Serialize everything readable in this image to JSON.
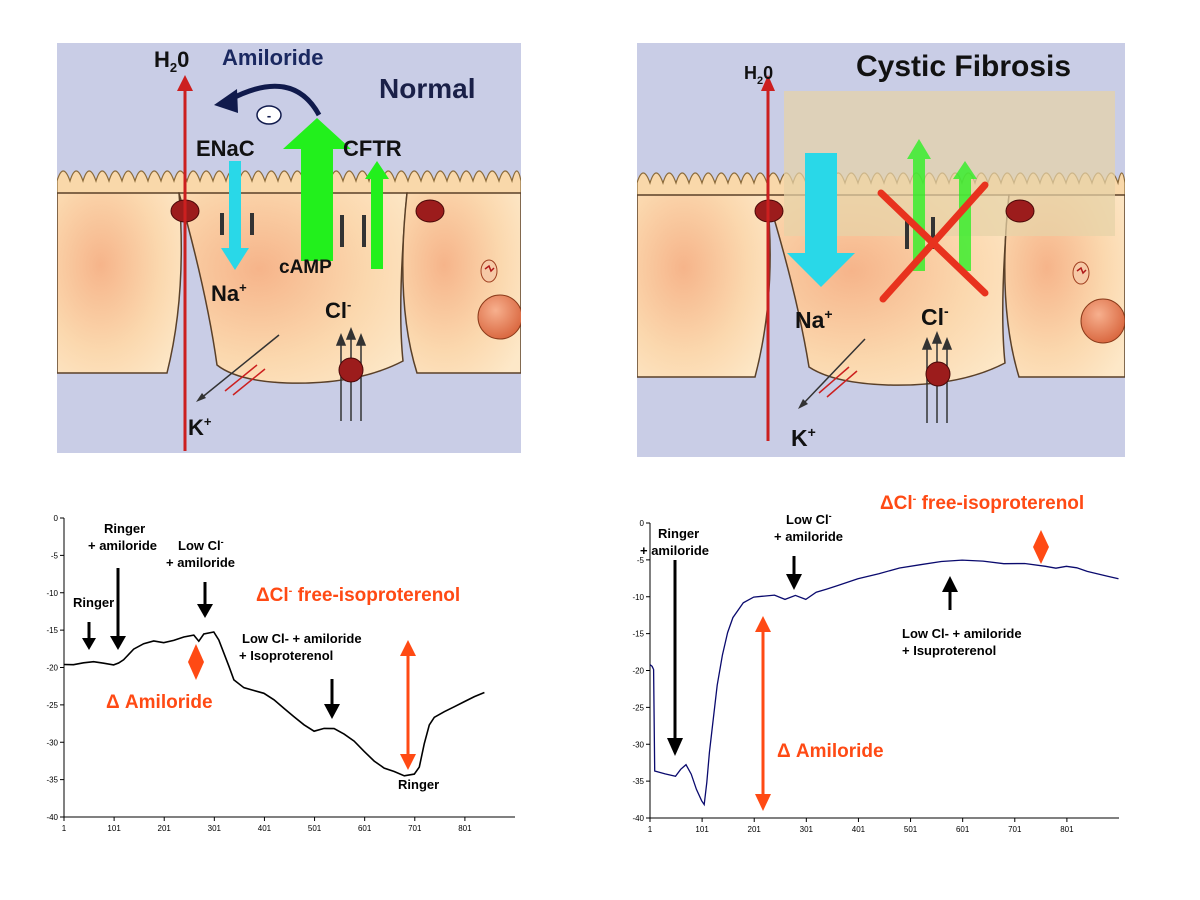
{
  "normal_panel": {
    "title": "Normal",
    "water": {
      "main": "H",
      "sub": "2",
      "tail": "0"
    },
    "amiloride": "Amiloride",
    "inhibit_sign": "-",
    "enac": "ENaC",
    "cftr": "CFTR",
    "camp": "cAMP",
    "na": {
      "main": "Na",
      "sup": "+"
    },
    "cl": {
      "main": "Cl",
      "sup": "-"
    },
    "k": {
      "main": "K",
      "sup": "+"
    }
  },
  "cf_panel": {
    "title": "Cystic Fibrosis",
    "water": {
      "main": "H",
      "sub": "2",
      "tail": "0"
    },
    "na": {
      "main": "Na",
      "sup": "+"
    },
    "cl": {
      "main": "Cl",
      "sup": "-"
    },
    "k": {
      "main": "K",
      "sup": "+"
    }
  },
  "colors": {
    "panel_bg": "#c9cde6",
    "cell": "#f9d6a8",
    "water_line": "#cc1f1f",
    "enac_arrow": "#29d8e8",
    "cftr_arrow": "#22f01c",
    "inhibitor": "#101a4c",
    "annotation": "#ff4a14",
    "block_x": "#e8321e",
    "mucus": "#e6d3a8",
    "trace_normal": "#000000",
    "trace_cf": "#0a0a6e"
  },
  "normal_chart": {
    "delta_cl": {
      "prefix": "ΔCl",
      "sup": "-",
      "rest": " free-isoproterenol"
    },
    "delta_amiloride": "Δ Amiloride",
    "events": [
      {
        "lines": [
          "Ringer"
        ]
      },
      {
        "lines": [
          "Ringer",
          "+ amiloride"
        ]
      },
      {
        "lines": [
          "Low Cl",
          "+ amiloride"
        ],
        "sup_line": 0,
        "sup": "-"
      },
      {
        "lines": [
          "Low Cl- + amiloride",
          "+ Isoproterenol"
        ]
      },
      {
        "lines": [
          "Ringer"
        ]
      }
    ]
  },
  "cf_chart": {
    "delta_cl": {
      "prefix": "ΔCl",
      "sup": "-",
      "rest": " free-isoproterenol"
    },
    "delta_amiloride": "Δ Amiloride",
    "events": [
      {
        "lines": [
          "Ringer",
          "+ amiloride"
        ]
      },
      {
        "lines": [
          "Low Cl",
          "+ amiloride"
        ],
        "sup_line": 0,
        "sup": "-"
      },
      {
        "lines": [
          "Low Cl- + amiloride",
          "+ Isuproterenol"
        ]
      }
    ]
  },
  "chart_data": [
    {
      "type": "line",
      "title": "",
      "xlabel": "",
      "ylabel": "",
      "x_ticks": [
        1,
        101,
        201,
        301,
        401,
        501,
        601,
        701,
        801
      ],
      "y_ticks": [
        0,
        -5,
        -10,
        -15,
        -20,
        -25,
        -30,
        -35,
        -40
      ],
      "xlim": [
        1,
        901
      ],
      "ylim": [
        -40,
        0
      ],
      "series": [
        {
          "x": [
            1,
            20,
            40,
            60,
            80,
            100,
            110,
            120,
            140,
            160,
            180,
            200,
            220,
            240,
            260,
            270,
            280,
            300,
            310,
            330,
            340,
            360,
            380,
            400,
            420,
            440,
            460,
            480,
            500,
            520,
            540,
            560,
            580,
            600,
            620,
            640,
            660,
            680,
            700,
            710,
            720,
            730,
            740,
            760,
            780,
            800,
            820,
            840
          ],
          "y": [
            -19.6,
            -19.7,
            -19.5,
            -19.4,
            -19.6,
            -19.8,
            -19.5,
            -19.0,
            -17.5,
            -16.7,
            -16.3,
            -16.5,
            -16.2,
            -15.8,
            -15.6,
            -16.5,
            -15.6,
            -15.4,
            -16.5,
            -20.0,
            -21.8,
            -22.8,
            -23.1,
            -23.4,
            -24.2,
            -25.3,
            -26.4,
            -27.5,
            -28.4,
            -28.1,
            -28.2,
            -29.0,
            -30.0,
            -31.4,
            -32.7,
            -33.6,
            -34.0,
            -34.5,
            -34.2,
            -33.2,
            -30.0,
            -27.5,
            -26.5,
            -25.8,
            -25.2,
            -24.6,
            -24.0,
            -23.5
          ]
        }
      ],
      "annotations": [
        "Ringer",
        "Ringer + amiloride",
        "Low Cl- + amiloride",
        "Low Cl- + amiloride + Isoproterenol",
        "Ringer",
        "ΔCl- free-isoproterenol",
        "Δ Amiloride"
      ]
    },
    {
      "type": "line",
      "title": "",
      "xlabel": "",
      "ylabel": "",
      "x_ticks": [
        1,
        101,
        201,
        301,
        401,
        501,
        601,
        701,
        801
      ],
      "y_ticks": [
        0,
        -5,
        -10,
        -15,
        -20,
        -25,
        -30,
        -35,
        -40
      ],
      "xlim": [
        1,
        901
      ],
      "ylim": [
        -40,
        0
      ],
      "series": [
        {
          "x": [
            1,
            5,
            8,
            10,
            30,
            50,
            60,
            70,
            80,
            90,
            100,
            105,
            110,
            115,
            120,
            130,
            140,
            150,
            160,
            180,
            200,
            220,
            240,
            260,
            280,
            300,
            320,
            340,
            360,
            400,
            440,
            480,
            520,
            560,
            600,
            640,
            680,
            720,
            760,
            780,
            800,
            820,
            840,
            860,
            880,
            900
          ],
          "y": [
            -19.2,
            -19.5,
            -20.0,
            -33.8,
            -34.2,
            -34.5,
            -33.5,
            -32.8,
            -34.0,
            -36.0,
            -37.5,
            -38.0,
            -35.0,
            -31.0,
            -28.0,
            -22.0,
            -18.0,
            -15.0,
            -13.0,
            -11.0,
            -10.2,
            -10.0,
            -9.8,
            -10.3,
            -9.7,
            -10.2,
            -9.2,
            -8.8,
            -8.4,
            -7.5,
            -6.9,
            -6.2,
            -5.8,
            -5.4,
            -5.2,
            -5.3,
            -5.6,
            -5.5,
            -5.8,
            -6.0,
            -5.7,
            -5.9,
            -6.4,
            -6.8,
            -7.2,
            -7.6
          ]
        }
      ],
      "annotations": [
        "Ringer + amiloride",
        "Low Cl- + amiloride",
        "Low Cl- + amiloride + Isuproterenol",
        "ΔCl- free-isoproterenol",
        "Δ Amiloride"
      ]
    }
  ]
}
